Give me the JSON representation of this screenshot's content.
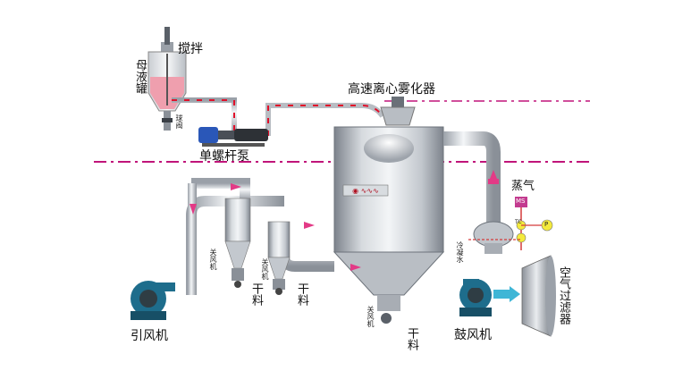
{
  "labels": {
    "stirrer": "搅拌",
    "mother_liquor_tank": "母液罐",
    "ball_valve": "球阀",
    "screw_pump": "单螺杆泵",
    "atomizer": "高速离心雾化器",
    "steam": "蒸气",
    "ms": "MS",
    "tc": "TC",
    "p": "P",
    "cooling_water": "冷凝水",
    "air_filter": "空气过滤器",
    "blower": "鼓风机",
    "induced_fan": "引风机",
    "airlock_1": "关风机",
    "airlock_2": "关风机",
    "airlock_3": "关风机",
    "dry_material_1": "干料",
    "dry_material_2": "干料",
    "dry_material_3": "干料"
  },
  "colors": {
    "pipe": "#d9dde2",
    "pipe_edge": "#8d939b",
    "flow_red": "#e0102a",
    "divider": "#c0147a",
    "arrow_pink": "#e33a86",
    "liquid": "#ef9fae",
    "blower_blue": "#1e6d8c",
    "pump_blue": "#2a57b8",
    "yellow_gauge": "#f4ea3c",
    "air_cyan": "#3fb6d6"
  },
  "icons": [
    "stirrer-icon",
    "screw-pump-icon",
    "induced-fan-icon",
    "blower-icon",
    "air-filter-icon",
    "steam-heater-icon"
  ]
}
